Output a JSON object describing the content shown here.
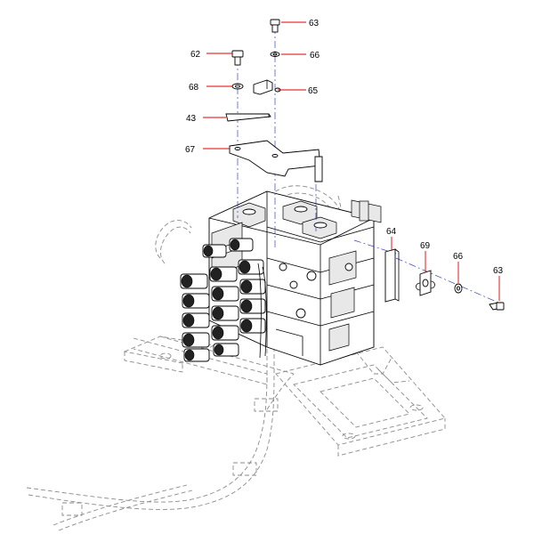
{
  "callouts": [
    {
      "id": "63-top",
      "label": "63"
    },
    {
      "id": "62",
      "label": "62"
    },
    {
      "id": "66-top",
      "label": "66"
    },
    {
      "id": "68",
      "label": "68"
    },
    {
      "id": "65",
      "label": "65"
    },
    {
      "id": "43",
      "label": "43"
    },
    {
      "id": "67",
      "label": "67"
    },
    {
      "id": "64",
      "label": "64"
    },
    {
      "id": "69",
      "label": "69"
    },
    {
      "id": "66-right",
      "label": "66"
    },
    {
      "id": "63-right",
      "label": "63"
    }
  ],
  "colors": {
    "leader": "#e00000",
    "centerline": "#3344bb",
    "hidden_line": "#8a8a8a",
    "line": "#000000"
  }
}
